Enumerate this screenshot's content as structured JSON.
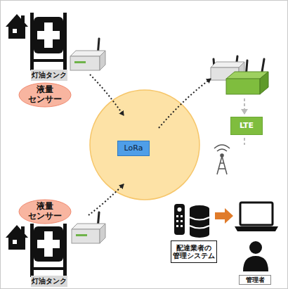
{
  "diagram": {
    "nodes": [
      {
        "text": [
          "液量 センサー"
        ]
      },
      {
        "text": [
          "灯油タンク"
        ]
      },
      {
        "text": [
          "LoRa"
        ]
      },
      {
        "text": [
          "LTE"
        ]
      },
      {
        "text": [
          "液量 センサー"
        ]
      },
      {
        "text": [
          "灯油タンク"
        ]
      },
      {
        "text": [
          "配達業者の 管理システム"
        ]
      },
      {
        "text": [
          "管理者"
        ]
      }
    ]
  }
}
